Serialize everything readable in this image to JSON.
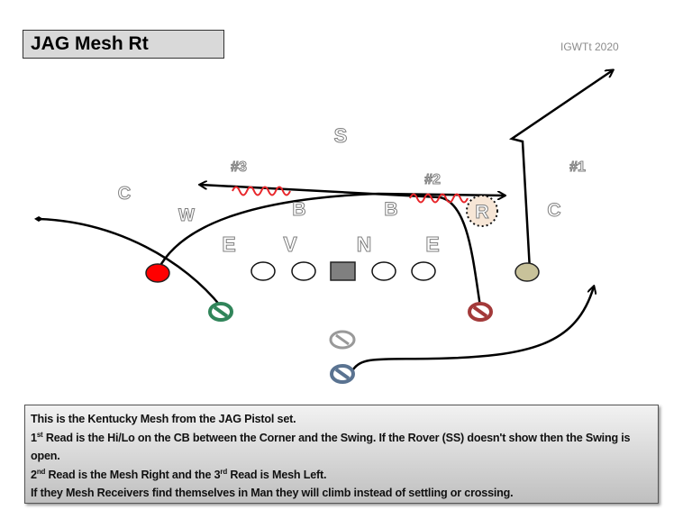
{
  "title": "JAG Mesh Rt",
  "credit": "IGWTt 2020",
  "defense": {
    "S": "S",
    "C_left": "C",
    "W": "W",
    "B1": "B",
    "B2": "B",
    "R": "R",
    "C_right": "C",
    "E1": "E",
    "V": "V",
    "N": "N",
    "E2": "E"
  },
  "receivers": {
    "r3": "#3",
    "r2": "#2",
    "r1": "#1"
  },
  "notes": {
    "line1": "This is the Kentucky Mesh from the JAG Pistol set.",
    "line2_num": "1",
    "line2_sup": "st",
    "line2": " Read is the Hi/Lo on the CB between the Corner and the Swing. If the Rover (SS) doesn't show then the Swing is open.",
    "line3_num": "2",
    "line3_sup": "nd",
    "line3_a": " Read is the Mesh Right and the 3",
    "line3_sup2": "rd",
    "line3_b": " Read is Mesh Left.",
    "line4": "If they Mesh Receivers find themselves in Man they will climb instead of settling or crossing."
  },
  "colors": {
    "red": "#ff0000",
    "green": "#31855a",
    "maroon": "#a33a3a",
    "tan": "#c8c29a",
    "blue": "#5a7391",
    "center": "#808080"
  }
}
